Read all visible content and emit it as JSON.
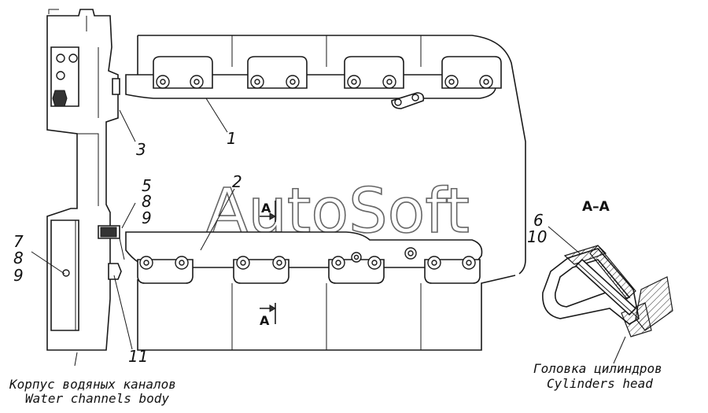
{
  "watermark": "AutoSoft",
  "callouts": {
    "c1": "1",
    "c2": "2",
    "c3": "3",
    "c5": "5",
    "c8a": "8",
    "c9a": "9",
    "c6": "6",
    "c10": "10",
    "c7": "7",
    "c8b": "8",
    "c9b": "9",
    "c11": "11"
  },
  "section": {
    "title": "А–А",
    "marker_top": "А",
    "marker_bottom": "А"
  },
  "captions": {
    "water_body_ru": "Корпус водяных каналов",
    "water_body_en": "Water channels body",
    "cyl_head_ru": "Головка цилиндров",
    "cyl_head_en": "Cylinders head"
  },
  "colors": {
    "line": "#1a1a1a",
    "watermark_outline": "#666666",
    "background": "#ffffff"
  }
}
